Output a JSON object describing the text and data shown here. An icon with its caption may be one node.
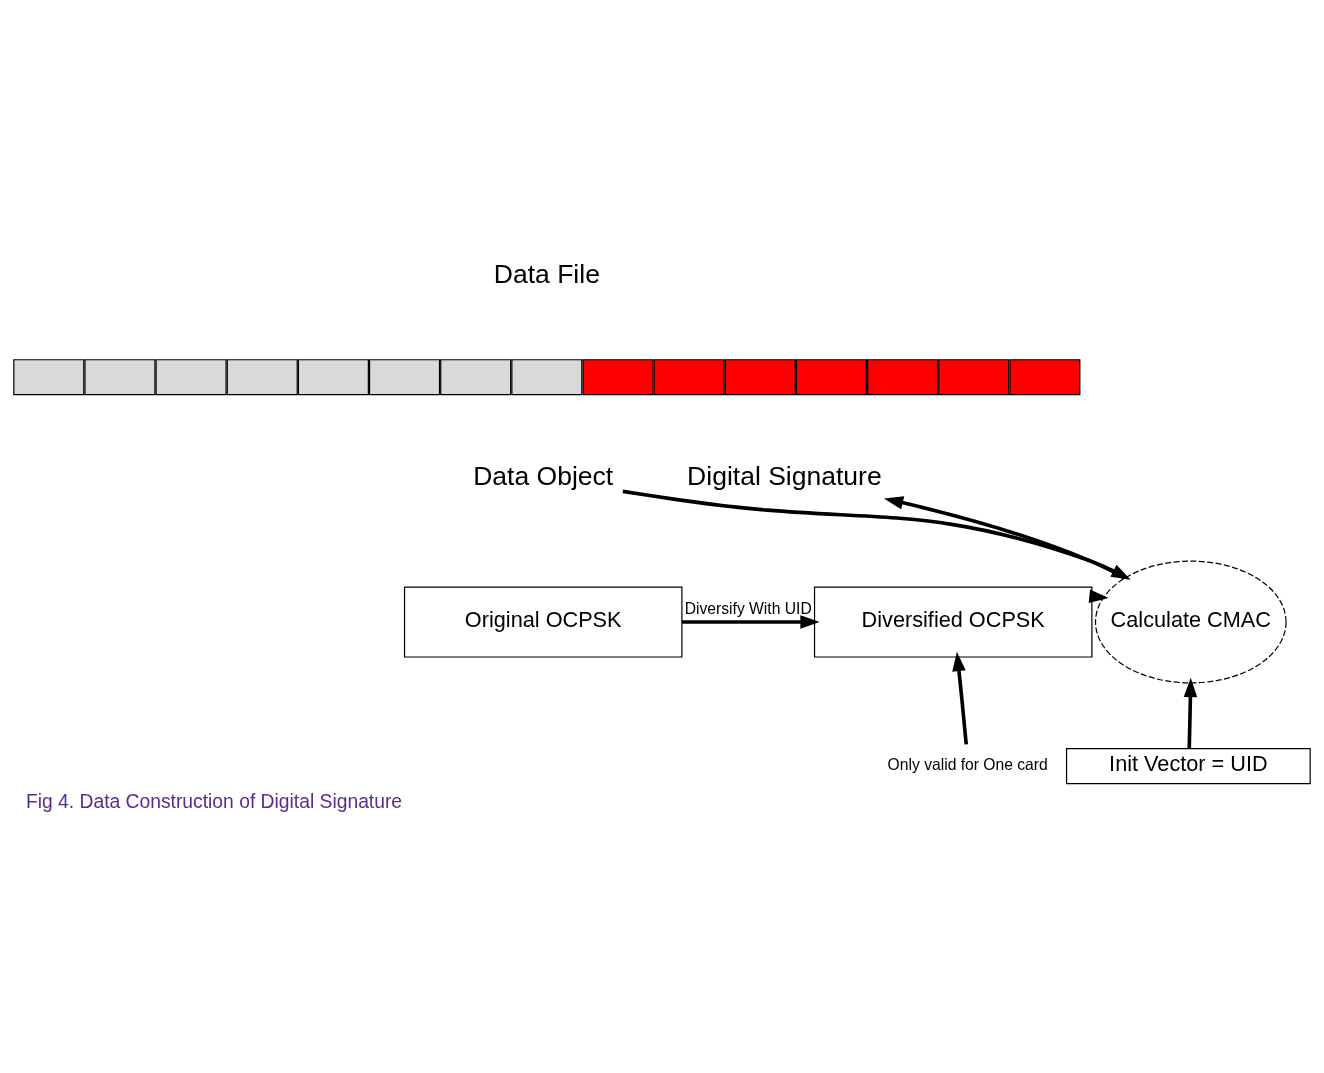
{
  "diagram": {
    "caption": "Fig 4. Data Construction of Digital Signature",
    "nodes": [
      {
        "text": [
          "Data File"
        ]
      },
      {
        "text": [],
        "shape": "box"
      },
      {
        "text": [],
        "shape": "box"
      },
      {
        "text": [],
        "shape": "box"
      },
      {
        "text": [],
        "shape": "box"
      },
      {
        "text": [],
        "shape": "box"
      },
      {
        "text": [],
        "shape": "box"
      },
      {
        "text": [],
        "shape": "box"
      },
      {
        "text": [],
        "shape": "box"
      },
      {
        "text": [],
        "shape": "box"
      },
      {
        "text": [],
        "shape": "box"
      },
      {
        "text": [],
        "shape": "box"
      },
      {
        "text": [],
        "shape": "box"
      },
      {
        "text": [],
        "shape": "box"
      },
      {
        "text": [],
        "shape": "box"
      },
      {
        "text": [],
        "shape": "box"
      },
      {
        "text": [
          "Data Object"
        ]
      },
      {
        "text": [
          "Digital Signature"
        ]
      },
      {
        "text": [
          "Original OCPSK"
        ]
      },
      {
        "text": [
          "Diversified OCPSK"
        ]
      },
      {
        "text": [
          "Calculate CMAC"
        ]
      },
      {
        "text": [
          "Only valid for One card"
        ]
      },
      {
        "text": [
          "Init Vector = UID"
        ]
      }
    ],
    "edges": [
      {
        "from": 16,
        "to": 20,
        "arrow": "to"
      },
      {
        "from": 20,
        "to": 17,
        "arrow": "to"
      },
      {
        "from": 18,
        "to": 19,
        "arrow": "to",
        "label": "Diversify With UID"
      },
      {
        "from": 19,
        "to": 20,
        "arrow": "to"
      },
      {
        "from": 21,
        "to": 19,
        "arrow": "to"
      },
      {
        "from": 22,
        "to": 20,
        "arrow": "to"
      }
    ]
  }
}
